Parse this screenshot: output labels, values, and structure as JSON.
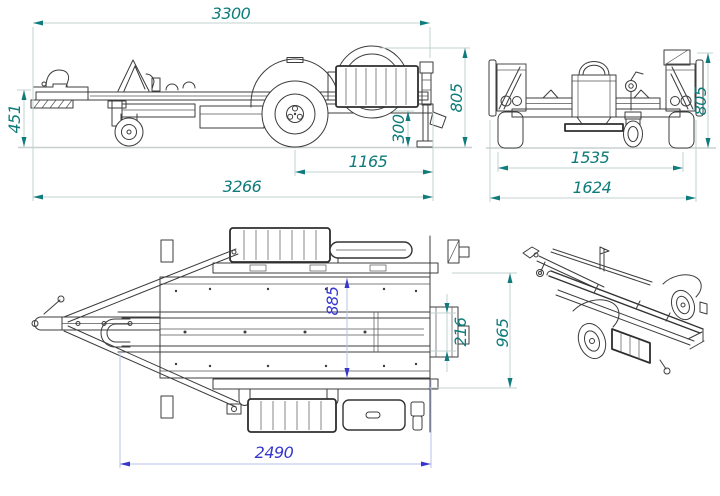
{
  "colors": {
    "dimension_teal": "#0f7b7b",
    "dimension_blue": "#3737cf",
    "drawing_line": "#3c3c3c",
    "dim_line_teal_light": "#c2d2d2",
    "dim_line_blue_light": "#b9c0e8",
    "background": "#ffffff"
  },
  "views": {
    "side": {
      "dims": {
        "overall_length_top": "3300",
        "coupler_height": "451",
        "overall_height": "805",
        "rear_frame_height": "300",
        "axle_to_rear": "1165",
        "overall_length_bottom": "3266"
      }
    },
    "rear": {
      "dims": {
        "overall_height": "805",
        "track_width": "1535",
        "overall_width": "1624"
      }
    },
    "plan": {
      "dims": {
        "deck_width": "885",
        "channel_width": "216",
        "frame_width": "965",
        "channel_length": "2490"
      }
    }
  }
}
